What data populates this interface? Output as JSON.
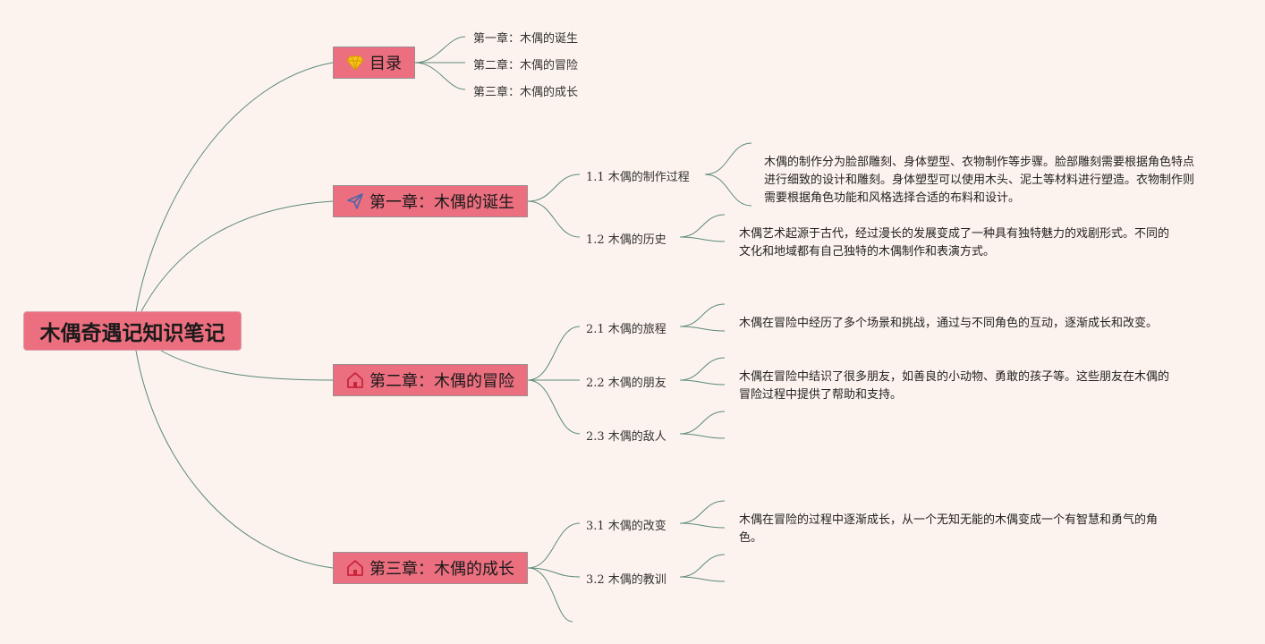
{
  "root": {
    "title": "木偶奇遇记知识笔记"
  },
  "toc": {
    "label": "目录",
    "icon": "diamond-icon",
    "items": [
      "第一章：木偶的诞生",
      "第二章：木偶的冒险",
      "第三章：木偶的成长"
    ]
  },
  "chapters": [
    {
      "label": "第一章：木偶的诞生",
      "icon": "paper-plane-icon",
      "sections": [
        {
          "label": "1.1 木偶的制作过程",
          "note": "木偶的制作分为脸部雕刻、身体塑型、衣物制作等步骤。脸部雕刻需要根据角色特点进行细致的设计和雕刻。身体塑型可以使用木头、泥土等材料进行塑造。衣物制作则需要根据角色功能和风格选择合适的布料和设计。"
        },
        {
          "label": "1.2 木偶的历史",
          "note": "木偶艺术起源于古代，经过漫长的发展变成了一种具有独特魅力的戏剧形式。不同的文化和地域都有自己独特的木偶制作和表演方式。"
        }
      ]
    },
    {
      "label": "第二章：木偶的冒险",
      "icon": "home-icon",
      "sections": [
        {
          "label": "2.1 木偶的旅程",
          "note": "木偶在冒险中经历了多个场景和挑战，通过与不同角色的互动，逐渐成长和改变。"
        },
        {
          "label": "2.2 木偶的朋友",
          "note": "木偶在冒险中结识了很多朋友，如善良的小动物、勇敢的孩子等。这些朋友在木偶的冒险过程中提供了帮助和支持。"
        },
        {
          "label": "2.3 木偶的敌人",
          "note": ""
        }
      ]
    },
    {
      "label": "第三章：木偶的成长",
      "icon": "home-icon",
      "sections": [
        {
          "label": "3.1 木偶的改变",
          "note": "木偶在冒险的过程中逐渐成长，从一个无知无能的木偶变成一个有智慧和勇气的角色。"
        },
        {
          "label": "3.2 木偶的教训",
          "note": ""
        }
      ]
    }
  ],
  "colors": {
    "background": "#fdf3ee",
    "node_fill": "#ec6f7f",
    "connector": "#5a8a7a"
  }
}
